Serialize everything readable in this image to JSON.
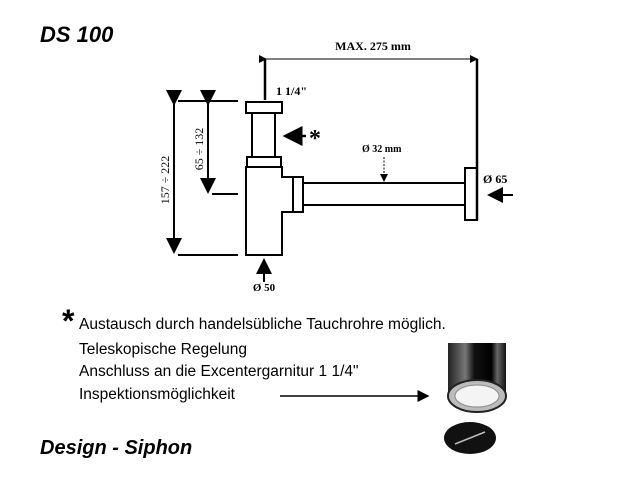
{
  "title": "DS 100",
  "subtitle": "Design - Siphon",
  "dimensions": {
    "max_length": "MAX. 275 mm",
    "thread": "1 1/4\"",
    "pipe_diameter": "Ø 32 mm",
    "wall_rosette": "Ø 65",
    "outlet": "Ø 50",
    "total_height": "157 ÷ 222",
    "tube_height": "65 ÷ 132",
    "asterisk": "*"
  },
  "notes": {
    "asterisk": "*",
    "line1": "Austausch durch handelsübliche Tauchrohre möglich.",
    "line2": "Teleskopische Regelung",
    "line3": "Anschluss an die Excentergarnitur 1 1/4\"",
    "line4": "Inspektionsmöglichkeit"
  }
}
